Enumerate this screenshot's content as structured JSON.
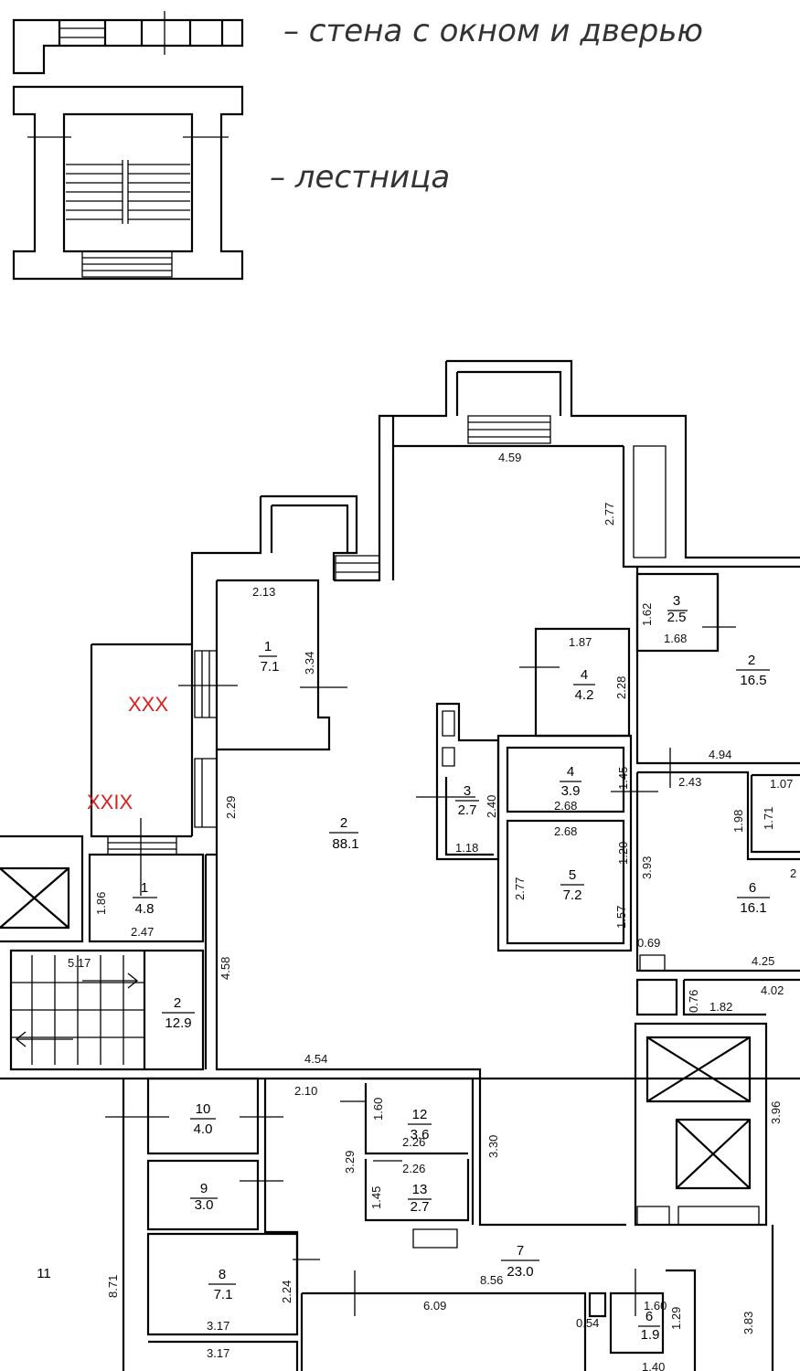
{
  "legend": {
    "wall_window_door": "– стена с окном и дверью",
    "stairs": "– лестница"
  },
  "roman_marks": [
    "XXX",
    "XXIX"
  ],
  "rooms": [
    {
      "id": "r1a",
      "num": "1",
      "area": "7.1"
    },
    {
      "id": "r2a",
      "num": "2",
      "area": "88.1"
    },
    {
      "id": "r3a",
      "num": "3",
      "area": "2.5"
    },
    {
      "id": "r2b",
      "num": "2",
      "area": "16.5"
    },
    {
      "id": "r4a",
      "num": "4",
      "area": "4.2"
    },
    {
      "id": "r3b",
      "num": "3",
      "area": "2.7"
    },
    {
      "id": "r4b",
      "num": "4",
      "area": "3.9"
    },
    {
      "id": "r5",
      "num": "5",
      "area": "7.2"
    },
    {
      "id": "r6",
      "num": "6",
      "area": "16.1"
    },
    {
      "id": "r1b",
      "num": "1",
      "area": "4.8"
    },
    {
      "id": "r2c",
      "num": "2",
      "area": "12.9"
    },
    {
      "id": "r10",
      "num": "10",
      "area": "4.0"
    },
    {
      "id": "r12",
      "num": "12",
      "area": "3.6"
    },
    {
      "id": "r9",
      "num": "9",
      "area": "3.0"
    },
    {
      "id": "r13",
      "num": "13",
      "area": "2.7"
    },
    {
      "id": "r8",
      "num": "8",
      "area": "7.1"
    },
    {
      "id": "r7",
      "num": "7",
      "area": "23.0"
    },
    {
      "id": "r6b",
      "num": "6",
      "area": "1.9"
    }
  ],
  "room11": "11",
  "dims": [
    "4.59",
    "2.77",
    "2.13",
    "3.34",
    "1.62",
    "1.68",
    "1.87",
    "2.28",
    "4.94",
    "2.43",
    "1.07",
    "1.45",
    "2.40",
    "2.68",
    "2.68",
    "1.20",
    "3.93",
    "1.98",
    "1.71",
    "1.18",
    "2.77",
    "1.57",
    "2.29",
    "1.86",
    "2.47",
    "4.58",
    "5.17",
    "0.69",
    "4.25",
    "0.76",
    "4.02",
    "1.82",
    "4.54",
    "2.10",
    "1.60",
    "2.26",
    "2.26",
    "3.30",
    "3.29",
    "1.45",
    "3.96",
    "2.24",
    "8.56",
    "6.09",
    "0.54",
    "1.60",
    "1.29",
    "3.83",
    "8.71",
    "3.17",
    "3.17",
    "1.40",
    "2"
  ]
}
